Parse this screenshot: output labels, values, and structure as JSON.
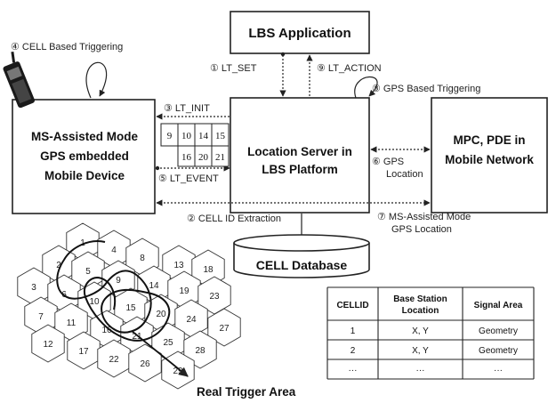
{
  "boxes": {
    "lbs_app": "LBS Application",
    "mobile_device": [
      "MS-Assisted Mode",
      "GPS embedded",
      "Mobile Device"
    ],
    "location_server": [
      "Location Server in",
      "LBS Platform"
    ],
    "mobile_network": [
      "MPC, PDE in",
      "Mobile Network"
    ],
    "cell_db": "CELL Database"
  },
  "labels": {
    "cell_trigger": "④ CELL Based Triggering",
    "lt_set": "① LT_SET",
    "lt_action": "⑨ LT_ACTION",
    "lt_init": "③ LT_INIT",
    "gps_trigger": "⑧ GPS Based Triggering",
    "lt_event": "⑤ LT_EVENT",
    "gps_location": [
      "⑥ GPS",
      "Location"
    ],
    "cell_id": "② CELL ID Extraction",
    "ms_assisted": [
      "⑦ MS-Assisted Mode",
      "GPS Location"
    ],
    "real_trigger": "Real Trigger Area"
  },
  "cell_grid": {
    "top_row": [
      "9",
      "10",
      "14",
      "15"
    ],
    "bottom_row": [
      "",
      "16",
      "20",
      "21"
    ]
  },
  "hex_numbers": [
    "1",
    "2",
    "3",
    "4",
    "5",
    "6",
    "7",
    "8",
    "9",
    "10",
    "11",
    "12",
    "13",
    "14",
    "15",
    "16",
    "17",
    "18",
    "19",
    "20",
    "21",
    "22",
    "23",
    "24",
    "25",
    "26",
    "27",
    "28",
    "29"
  ],
  "table": {
    "headers": [
      "CELLID",
      "Base Station Location",
      "Signal Area"
    ],
    "rows": [
      [
        "1",
        "X, Y",
        "Geometry"
      ],
      [
        "2",
        "X, Y",
        "Geometry"
      ],
      [
        "···",
        "···",
        "···"
      ]
    ]
  },
  "icon": "mobile-phone-icon"
}
